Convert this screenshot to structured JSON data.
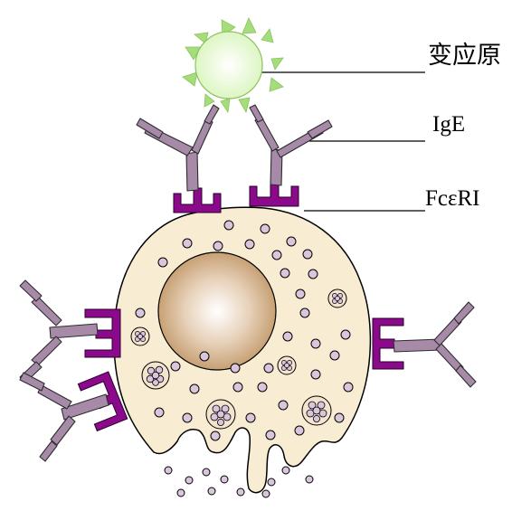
{
  "labels": {
    "antigen": "变应原",
    "ige": "IgE",
    "receptor": "FcεRI"
  },
  "colors": {
    "cytoplasm": "#f8ecd2",
    "cell_outline": "#000000",
    "nucleus_center": "#ffffff",
    "nucleus_edge": "#b98a55",
    "receptor": "#8b0a8b",
    "antibody": "#a78aa8",
    "antigen_core": "#e9fbd2",
    "antigen_spikes": "#a4de7a",
    "granule": "#d9c6dd"
  }
}
